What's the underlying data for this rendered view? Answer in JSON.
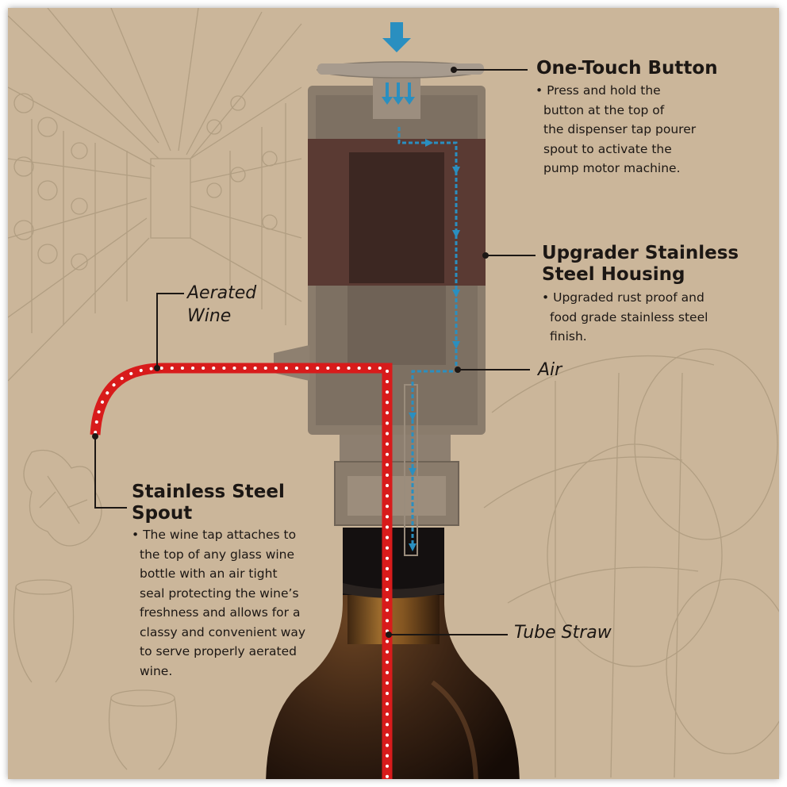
{
  "labels": {
    "one_touch": {
      "title": "One-Touch Button",
      "bullet": "•",
      "lines": [
        "Press and hold the",
        "button at the top of",
        "the dispenser tap pourer",
        "spout to activate the",
        "pump motor machine."
      ]
    },
    "housing": {
      "title_lines": [
        "Upgrader Stainless",
        "Steel Housing"
      ],
      "bullet": "•",
      "lines": [
        "Upgraded rust proof and",
        "food grade stainless steel",
        "finish."
      ]
    },
    "air": "Air",
    "aerated": {
      "lines": [
        "Aerated",
        "Wine"
      ]
    },
    "spout": {
      "title_lines": [
        "Stainless Steel",
        "Spout"
      ],
      "bullet": "•",
      "lines": [
        "The wine tap attaches to",
        "the top of any glass wine",
        "bottle with an air tight",
        "seal protecting the wine’s",
        "freshness and allows for a",
        "classy and convenient way",
        "to serve properly aerated",
        "wine."
      ]
    },
    "tube_straw": "Tube Straw"
  },
  "colors": {
    "background": "#cbb69a",
    "sketch": "#b09c80",
    "wine_channel": "#d81b1b",
    "air_flow": "#2a8fc0",
    "housing_band": "#5a3a33",
    "bottle_glass": "#3a2414",
    "text": "#1c1714"
  },
  "icons": [
    "down-arrow-icon",
    "bullet-dot-icon"
  ]
}
